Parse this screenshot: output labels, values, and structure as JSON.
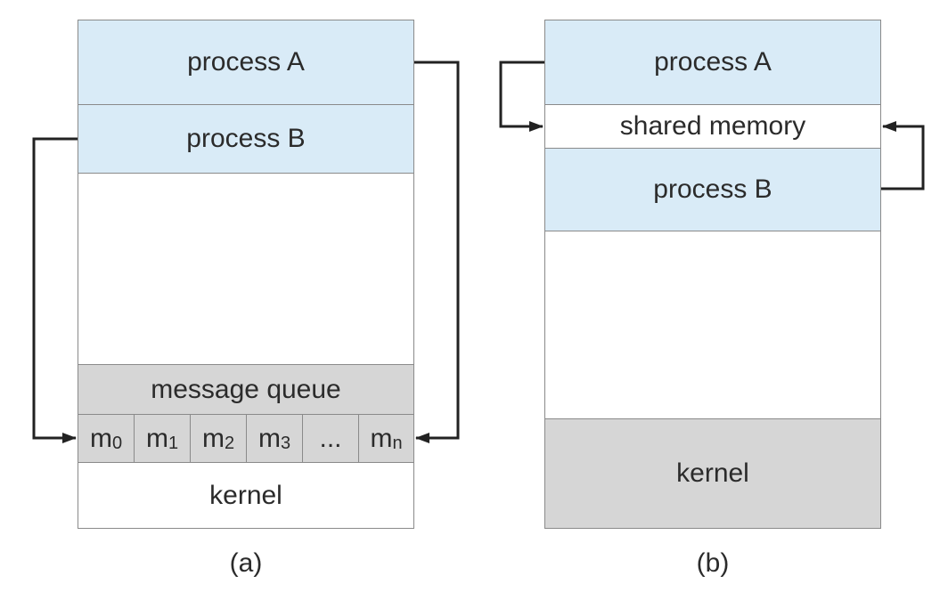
{
  "diagram_a": {
    "process_a": "process A",
    "process_b": "process B",
    "message_queue": "message queue",
    "messages": [
      {
        "base": "m",
        "sub": "0"
      },
      {
        "base": "m",
        "sub": "1"
      },
      {
        "base": "m",
        "sub": "2"
      },
      {
        "base": "m",
        "sub": "3"
      },
      {
        "base": "...",
        "sub": ""
      },
      {
        "base": "m",
        "sub": "n"
      }
    ],
    "kernel": "kernel",
    "caption": "(a)"
  },
  "diagram_b": {
    "process_a": "process A",
    "shared_memory": "shared memory",
    "process_b": "process B",
    "kernel": "kernel",
    "caption": "(b)"
  },
  "colors": {
    "process_fill": "#d9ebf7",
    "kernel_fill": "#d6d6d6",
    "border": "#8a8a8a",
    "arrow": "#222222"
  }
}
